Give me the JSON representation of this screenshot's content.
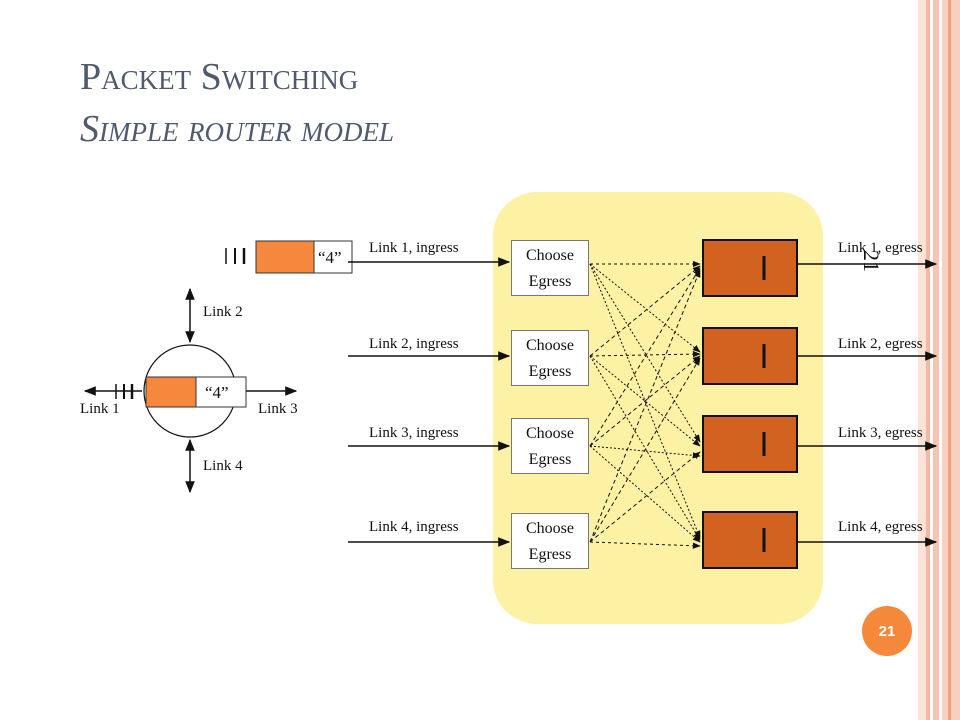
{
  "title": {
    "line1": "Packet Switching",
    "line2": "Simple router model"
  },
  "router_node": {
    "packet_label": "“4”",
    "links": [
      "Link 1",
      "Link 2",
      "Link 3",
      "Link 4"
    ]
  },
  "incoming_packet_label": "“4”",
  "ingress_labels": [
    "Link 1, ingress",
    "Link 2, ingress",
    "Link 3, ingress",
    "Link 4, ingress"
  ],
  "choose_egress": {
    "line1": "Choose",
    "line2": "Egress"
  },
  "egress_labels": [
    "Link 1, egress",
    "Link 2, egress",
    "Link 3, egress",
    "Link 4, egress"
  ],
  "page_number": "21",
  "side_number": "21",
  "colors": {
    "title": "#4f5a6e",
    "panel": "#fdf1a4",
    "queue": "#d2621f",
    "packet": "#f5883d",
    "badge": "#f5893b",
    "edge_stripe": "#f6c2ae"
  }
}
